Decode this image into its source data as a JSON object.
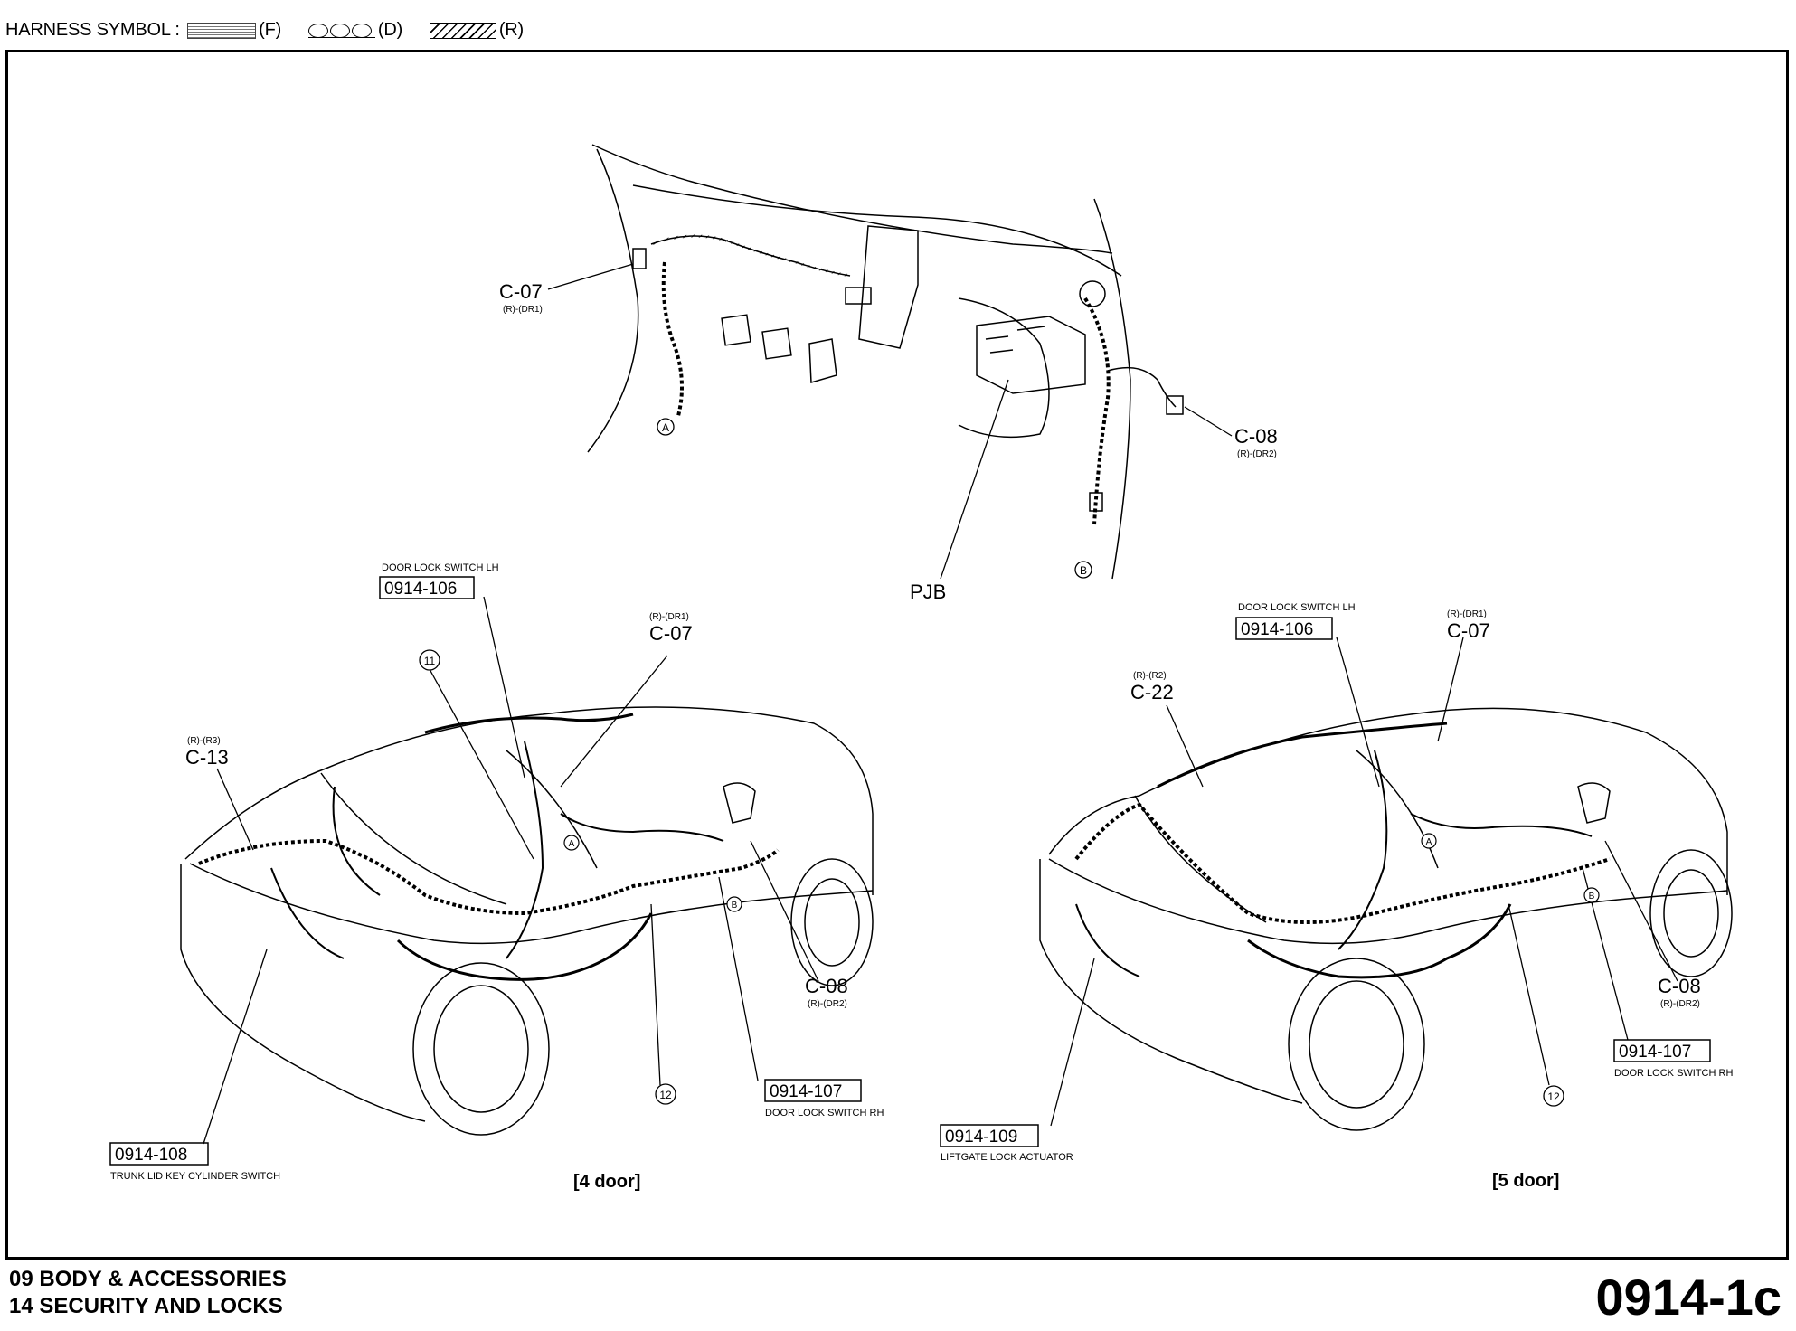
{
  "header": {
    "title": "HARNESS SYMBOL :",
    "symbols": [
      {
        "code": "(F)"
      },
      {
        "code": "(D)"
      },
      {
        "code": "(R)"
      }
    ]
  },
  "top_view": {
    "c07": {
      "id": "C-07",
      "sub": "(R)-(DR1)"
    },
    "c08": {
      "id": "C-08",
      "sub": "(R)-(DR2)"
    },
    "pjb": "PJB",
    "marker_a": "A",
    "marker_b": "B"
  },
  "four_door": {
    "caption": "[4 door]",
    "switch_lh": {
      "desc": "DOOR LOCK SWITCH LH",
      "code": "0914-106"
    },
    "c07": {
      "id": "C-07",
      "sub": "(R)-(DR1)"
    },
    "c13": {
      "id": "C-13",
      "sub": "(R)-(R3)"
    },
    "c08": {
      "id": "C-08",
      "sub": "(R)-(DR2)"
    },
    "switch_rh": {
      "code": "0914-107",
      "desc": "DOOR LOCK SWITCH RH"
    },
    "trunk": {
      "code": "0914-108",
      "desc": "TRUNK LID KEY CYLINDER SWITCH"
    },
    "marker_11": "11",
    "marker_12": "12",
    "marker_a": "A",
    "marker_b": "B"
  },
  "five_door": {
    "caption": "[5 door]",
    "switch_lh": {
      "desc": "DOOR LOCK SWITCH LH",
      "code": "0914-106"
    },
    "c07": {
      "id": "C-07",
      "sub": "(R)-(DR1)"
    },
    "c22": {
      "id": "C-22",
      "sub": "(R)-(R2)"
    },
    "c08": {
      "id": "C-08",
      "sub": "(R)-(DR2)"
    },
    "switch_rh": {
      "code": "0914-107",
      "desc": "DOOR LOCK SWITCH RH"
    },
    "liftgate": {
      "code": "0914-109",
      "desc": "LIFTGATE LOCK ACTUATOR"
    },
    "marker_12": "12",
    "marker_a": "A",
    "marker_b": "B"
  },
  "footer": {
    "line1": "09  BODY & ACCESSORIES",
    "line2": "14  SECURITY AND LOCKS",
    "page_code": "0914-1c"
  }
}
